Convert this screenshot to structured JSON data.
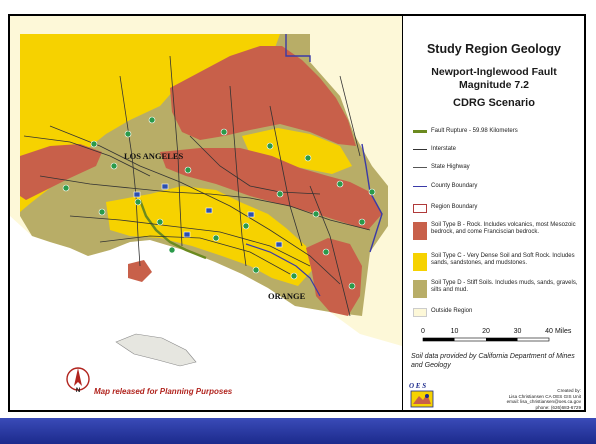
{
  "map": {
    "labels": {
      "los_angeles": "LOS ANGELES",
      "orange": "ORANGE"
    },
    "note": "Map released for Planning Purposes",
    "north_letter": "N"
  },
  "legend": {
    "title": "Study Region Geology",
    "subtitle_line1": "Newport-Inglewood Fault",
    "subtitle_line2": "Magnitude 7.2",
    "scenario": "CDRG Scenario",
    "items": [
      {
        "label": "Fault Rupture - 59.98 Kilometers",
        "color": "#6b8a1f"
      },
      {
        "label": "Interstate",
        "color": "#333333"
      },
      {
        "label": "State Highway",
        "color": "#555555"
      },
      {
        "label": "County Boundary",
        "color": "#3a3aa8"
      },
      {
        "label": "Region Boundary",
        "color": "#b03a3a"
      },
      {
        "label": "Soil Type B - Rock.  Includes volcanics, most Mesozoic bedrock, and come Franciscian bedrock.",
        "color": "#c8604a"
      },
      {
        "label": "Soil Type C - Very Dense Soil and Soft Rock. Includes sands, sandstones, and mudstones.",
        "color": "#f6d200"
      },
      {
        "label": "Soil Type D - Stiff Soils.  Includes muds, sands, gravels, silts and mud.",
        "color": "#b8ad67"
      },
      {
        "label": "Outside Region",
        "color": "#fdf8d8"
      }
    ],
    "scale": {
      "ticks": [
        "0",
        "10",
        "20",
        "30",
        "40"
      ],
      "unit": "Miles"
    },
    "soil_credit": "Soil data provided by California Department of Mines and Geology",
    "oes_text": "O E S",
    "credits": [
      "Created by:",
      "Lisa Christiansen CA OES GIS Unit",
      "email: lisa_christiansen@oes.ca.gov",
      "phone: (626)683-6729"
    ]
  },
  "colors": {
    "rock": "#c8604a",
    "soil_c": "#f6d200",
    "soil_d": "#b8ad67",
    "outside": "#fdf8d8",
    "water": "#ffffff",
    "county_line": "#3a3aa8",
    "band": "#2233a0"
  }
}
